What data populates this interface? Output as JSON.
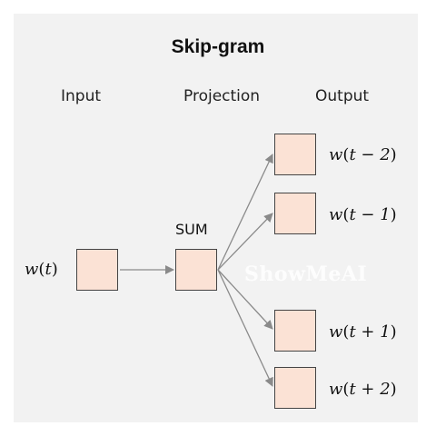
{
  "title": "Skip-gram",
  "columns": {
    "input": "Input",
    "projection": "Projection",
    "output": "Output"
  },
  "input_node": {
    "prefix": "w",
    "arg": "t"
  },
  "projection_node": {
    "label": "SUM"
  },
  "output_nodes": [
    {
      "prefix": "w",
      "arg": "t − 2"
    },
    {
      "prefix": "w",
      "arg": "t − 1"
    },
    {
      "prefix": "w",
      "arg": "t + 1"
    },
    {
      "prefix": "w",
      "arg": "t + 2"
    }
  ],
  "watermark": "ShowMeAI",
  "colors": {
    "panel": "#f2f2f2",
    "node_fill": "#fbe2d5",
    "node_stroke": "#444444",
    "arrow": "#8a8a8a"
  }
}
